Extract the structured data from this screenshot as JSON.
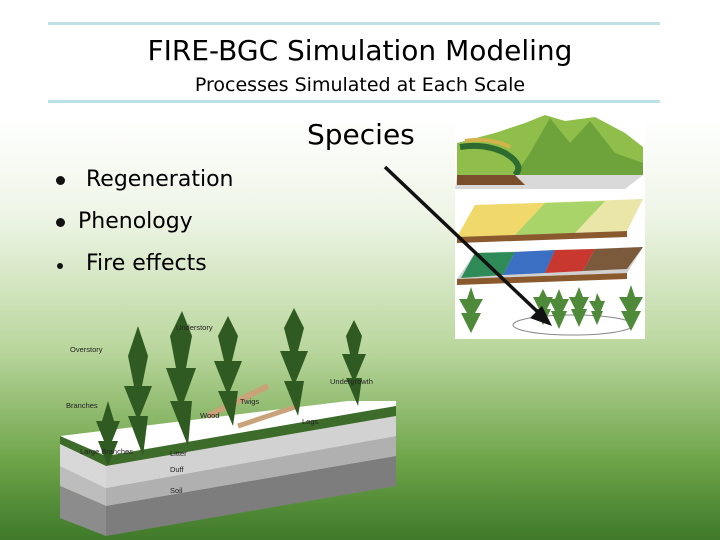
{
  "slide": {
    "title": "FIRE-BGC Simulation Modeling",
    "subtitle": "Processes Simulated at Each Scale",
    "scale_label": "Species"
  },
  "bullets": [
    {
      "label": "Regeneration"
    },
    {
      "label": "Phenology"
    },
    {
      "label": "Fire effects"
    }
  ],
  "stand_diagram": {
    "labels": {
      "understory": "Understory",
      "overstory": "Overstory",
      "undergrowth": "Undergrowth",
      "branches": "Branches",
      "twigs": "Twigs",
      "wood": "Wood",
      "logs": "Logs",
      "large_branches": "Large Branches",
      "litter": "Litter",
      "duff": "Duff",
      "soil": "Soil"
    }
  },
  "colors": {
    "rule": "#bfe0e4",
    "arrow": "#111111"
  }
}
